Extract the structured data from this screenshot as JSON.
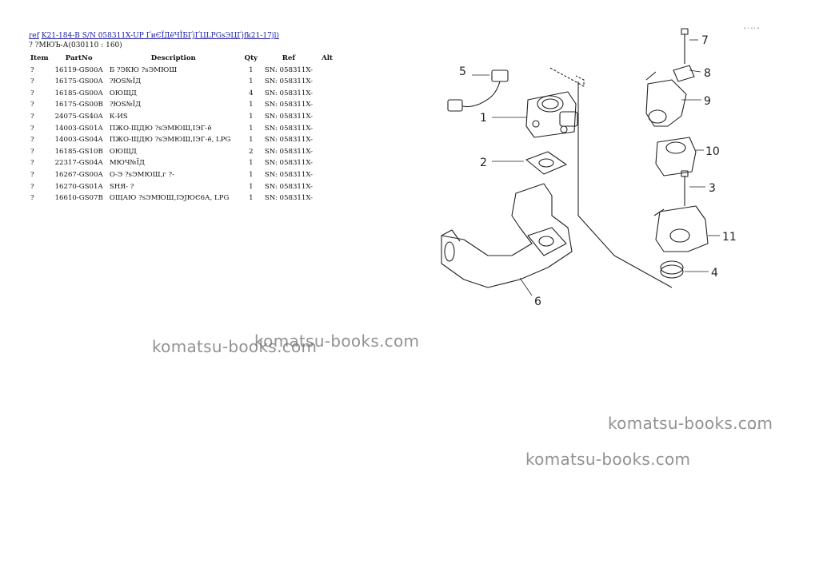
{
  "header": {
    "link_ref": "ref",
    "link_title": "K21-184-B S/N 058311X-UP ҐиЄЇДёЧЇБҐјҐЦLPGsЭЦҐјfk21-17jl)",
    "subtitle": "? ?МЮЪ-А(030110 : 160)"
  },
  "table": {
    "columns": [
      "Item",
      "PartNo",
      "Description",
      "Qty",
      "Ref",
      "Alt"
    ],
    "rows": [
      {
        "item": "?",
        "part": "16119-GS00A",
        "desc": "Б ?ЭКЮ ?sЭМЮШ",
        "qty": "1",
        "ref": "SN: 058311X-",
        "alt": ""
      },
      {
        "item": "?",
        "part": "16175-GS00A",
        "desc": "?ЮS№ЇД",
        "qty": "1",
        "ref": "SN: 058311X-",
        "alt": ""
      },
      {
        "item": "?",
        "part": "16185-GS00A",
        "desc": "ОЮЩД",
        "qty": "4",
        "ref": "SN: 058311X-",
        "alt": ""
      },
      {
        "item": "?",
        "part": "16175-GS00B",
        "desc": "?ЮS№ЇД",
        "qty": "1",
        "ref": "SN: 058311X-",
        "alt": ""
      },
      {
        "item": "?",
        "part": "24075-GS40A",
        "desc": "К-ИS",
        "qty": "1",
        "ref": "SN: 058311X-",
        "alt": ""
      },
      {
        "item": "?",
        "part": "14003-GS01A",
        "desc": "ПЖО-ЩДЮ ?sЭМЮШ,ІЭГ-ё",
        "qty": "1",
        "ref": "SN: 058311X-",
        "alt": ""
      },
      {
        "item": "?",
        "part": "14003-GS04A",
        "desc": "ПЖО-ЩДЮ ?sЭМЮШ,ІЭГ-ё, LPG",
        "qty": "1",
        "ref": "SN: 058311X-",
        "alt": ""
      },
      {
        "item": "?",
        "part": "16185-GS10B",
        "desc": "ОЮЩД",
        "qty": "2",
        "ref": "SN: 058311X-",
        "alt": ""
      },
      {
        "item": "?",
        "part": "22317-GS04A",
        "desc": "МЮЧ№ЇД",
        "qty": "1",
        "ref": "SN: 058311X-",
        "alt": ""
      },
      {
        "item": "?",
        "part": "16267-GS00A",
        "desc": "О-Э ?sЭМЮШ,г ?-",
        "qty": "1",
        "ref": "SN: 058311X-",
        "alt": ""
      },
      {
        "item": "?",
        "part": "16270-GS01A",
        "desc": "SHЯ- ?",
        "qty": "1",
        "ref": "SN: 058311X-",
        "alt": ""
      },
      {
        "item": "?",
        "part": "16610-GS07B",
        "desc": "ОЩАЮ ?sЭМЮШ,ІЭЈЮЄ6А, LPG",
        "qty": "1",
        "ref": "SN: 058311X-",
        "alt": ""
      }
    ]
  },
  "diagram": {
    "callouts": [
      "1",
      "2",
      "3",
      "4",
      "5",
      "6",
      "7",
      "8",
      "9",
      "10",
      "11"
    ]
  },
  "watermarks": [
    "komatsu-books.com",
    "komatsu-books.com",
    "komatsu-books.com",
    "komatsu-books.com"
  ],
  "corner_marks": [
    "\" '  \" ' \"",
    "\" ' ' \" ' '"
  ]
}
